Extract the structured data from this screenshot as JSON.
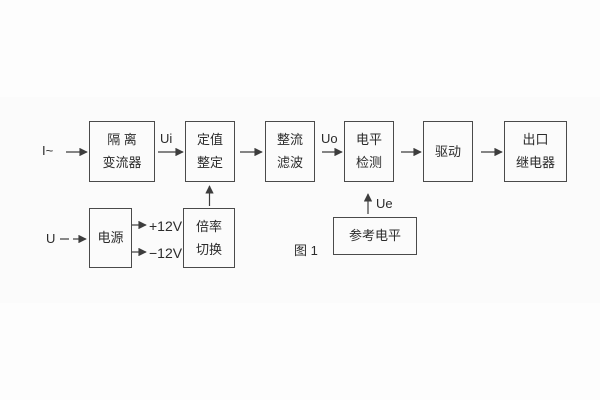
{
  "figure": {
    "caption": "图 1",
    "line_color": "#3d3d3d",
    "text_color": "#2b2b2b",
    "background": "#fdfdfd"
  },
  "signal_labels": {
    "input_current": "I~",
    "ui": "Ui",
    "uo": "Uo",
    "input_voltage": "U",
    "plus_12v": "+12V",
    "minus_12v": "−12V",
    "ue": "Ue"
  },
  "blocks": {
    "isolation_transformer": {
      "line1": "隔 离",
      "line2": "变流器"
    },
    "setting_adjustment": {
      "line1": "定值",
      "line2": "整定"
    },
    "rectify_filter": {
      "line1": "整流",
      "line2": "滤波"
    },
    "level_detection": {
      "line1": "电平",
      "line2": "检测"
    },
    "driver": {
      "line1": "驱动"
    },
    "output_relay": {
      "line1": "出口",
      "line2": "继电器"
    },
    "power_supply": {
      "line1": "电源"
    },
    "ratio_switch": {
      "line1": "倍率",
      "line2": "切换"
    },
    "reference_level": {
      "line1": "参考电平"
    }
  }
}
